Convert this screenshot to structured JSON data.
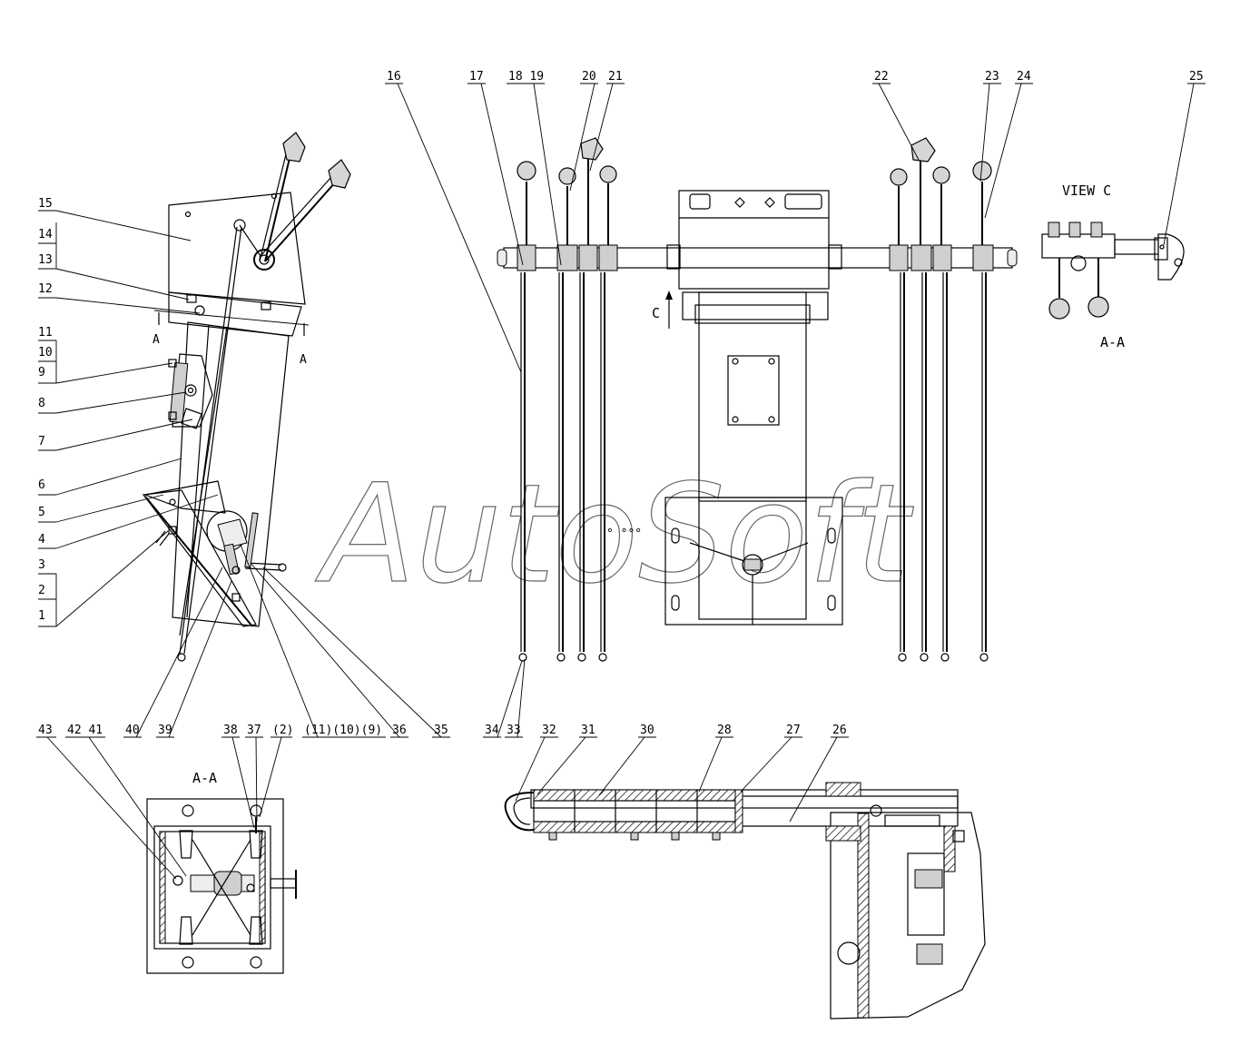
{
  "captions": {
    "view_c": "VIEW C",
    "section_aa_right": "A-A",
    "section_aa_bottom": "A-A",
    "arrow_c": "C",
    "section_mark_a": "A"
  },
  "watermark": "AutoSoft",
  "callouts": {
    "left_stack": [
      "15",
      "14",
      "13",
      "12",
      "11",
      "10",
      "9",
      "8",
      "7",
      "6",
      "5",
      "4",
      "3",
      "2",
      "1"
    ],
    "top_row": [
      "16",
      "17",
      "18 19",
      "20",
      "21",
      "22",
      "23",
      "24",
      "25"
    ],
    "bottom_row_left": [
      "40",
      "39",
      "38",
      "37",
      "(2)",
      "(11)(10)(9)",
      "36",
      "35",
      "34",
      "33"
    ],
    "bottom_row_mid": [
      "32",
      "31",
      "30",
      "28",
      "27",
      "26"
    ],
    "aa_labels": [
      "43",
      "42 41"
    ]
  }
}
